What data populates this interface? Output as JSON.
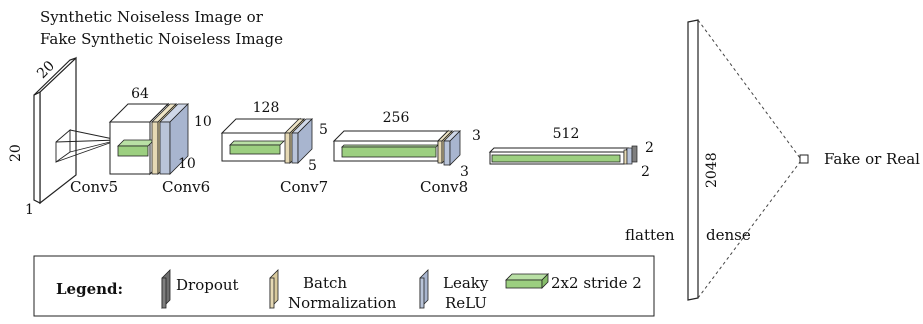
{
  "title_line1": "Synthetic Noiseless Image or",
  "title_line2": "Fake Synthetic Noiseless Image",
  "input": {
    "width_label": "20",
    "height_label": "20",
    "depth_label": "1"
  },
  "blocks": [
    {
      "name": "Conv5",
      "channels": "64"
    },
    {
      "name": "Conv6",
      "side_label_top": "10",
      "side_label_bottom": "10"
    },
    {
      "name": "Conv7",
      "channels": "128",
      "side_label_top": "5",
      "side_label_bottom": "5"
    },
    {
      "name": "Conv8",
      "channels": "256",
      "side_label_top": "3",
      "side_label_bottom": "3"
    },
    {
      "channels": "512",
      "side_label_top": "2",
      "side_label_bottom": "2"
    }
  ],
  "flatten_label": "flatten",
  "dense_label": "dense",
  "dense_size": "2048",
  "output_label": "Fake or Real",
  "legend": {
    "title": "Legend:",
    "items": [
      {
        "label": "Dropout",
        "color": "#7f7f7f"
      },
      {
        "label_line1": "Batch",
        "label_line2": "Normalization",
        "color": "#e6d9b4"
      },
      {
        "label_line1": "Leaky",
        "label_line2": "ReLU",
        "color": "#b9c4d9"
      },
      {
        "label": "2x2 stride 2",
        "color": "#9ccf80"
      }
    ]
  }
}
